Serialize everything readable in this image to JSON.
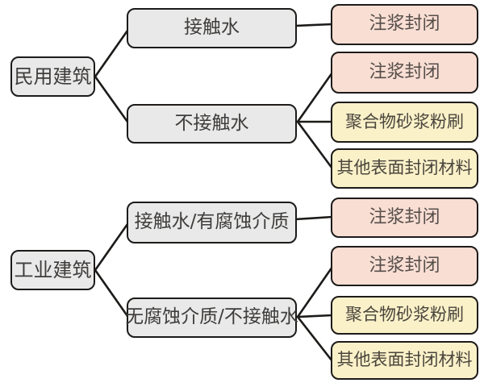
{
  "diagram": {
    "type": "tree-flowchart",
    "direction": "left-to-right",
    "colors": {
      "category_fill": "#e9e9e9",
      "condition_fill": "#e9e9e9",
      "solution_pink_fill": "#f9ded4",
      "solution_yellow_fill": "#faf1c9",
      "border": "#1d1b19",
      "line": "#1d1b19",
      "background": "#ffffff"
    },
    "nodes": [
      {
        "id": "civil-root",
        "label": "民用建筑",
        "kind": "category"
      },
      {
        "id": "civil-contact-water",
        "label": "接触水",
        "kind": "condition"
      },
      {
        "id": "civil-no-contact",
        "label": "不接触水",
        "kind": "condition"
      },
      {
        "id": "civil-cw-grouting",
        "label": "注浆封闭",
        "kind": "solution-pink"
      },
      {
        "id": "civil-ncw-grouting",
        "label": "注浆封闭",
        "kind": "solution-pink"
      },
      {
        "id": "civil-ncw-polymer",
        "label": "聚合物砂浆粉刷",
        "kind": "solution-yellow"
      },
      {
        "id": "civil-ncw-other",
        "label": "其他表面封闭材料",
        "kind": "solution-yellow"
      },
      {
        "id": "industrial-root",
        "label": "工业建筑",
        "kind": "category"
      },
      {
        "id": "industrial-corrosive",
        "label": "接触水/有腐蚀介质",
        "kind": "condition"
      },
      {
        "id": "industrial-noncorr",
        "label": "无腐蚀介质/不接触水",
        "kind": "condition"
      },
      {
        "id": "ind-corr-grouting",
        "label": "注浆封闭",
        "kind": "solution-pink"
      },
      {
        "id": "ind-nc-grouting",
        "label": "注浆封闭",
        "kind": "solution-pink"
      },
      {
        "id": "ind-nc-polymer",
        "label": "聚合物砂浆粉刷",
        "kind": "solution-yellow"
      },
      {
        "id": "ind-nc-other",
        "label": "其他表面封闭材料",
        "kind": "solution-yellow"
      }
    ],
    "edges": [
      {
        "from": "civil-root",
        "to": "civil-contact-water"
      },
      {
        "from": "civil-root",
        "to": "civil-no-contact"
      },
      {
        "from": "civil-contact-water",
        "to": "civil-cw-grouting"
      },
      {
        "from": "civil-no-contact",
        "to": "civil-ncw-grouting"
      },
      {
        "from": "civil-no-contact",
        "to": "civil-ncw-polymer"
      },
      {
        "from": "civil-no-contact",
        "to": "civil-ncw-other"
      },
      {
        "from": "industrial-root",
        "to": "industrial-corrosive"
      },
      {
        "from": "industrial-root",
        "to": "industrial-noncorr"
      },
      {
        "from": "industrial-corrosive",
        "to": "ind-corr-grouting"
      },
      {
        "from": "industrial-noncorr",
        "to": "ind-nc-grouting"
      },
      {
        "from": "industrial-noncorr",
        "to": "ind-nc-polymer"
      },
      {
        "from": "industrial-noncorr",
        "to": "ind-nc-other"
      }
    ]
  }
}
